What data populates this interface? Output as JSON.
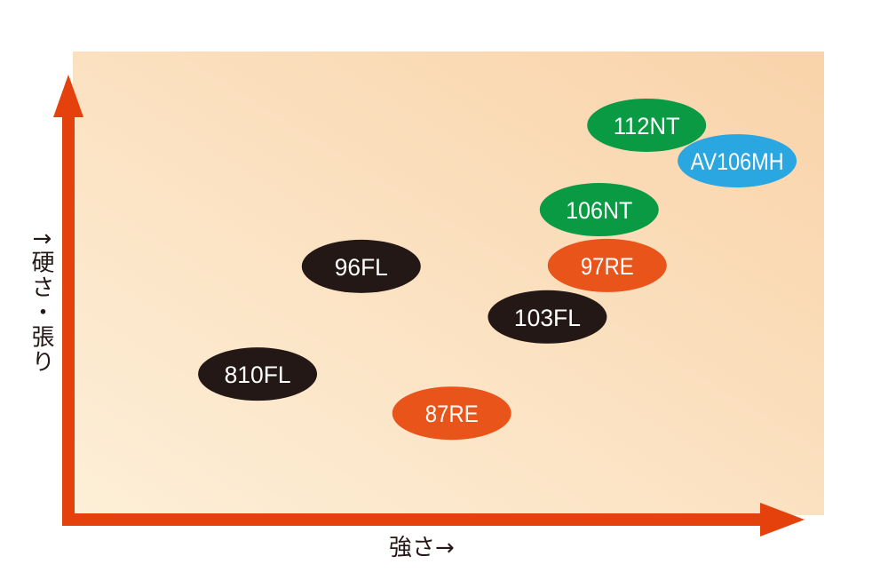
{
  "chart_data": {
    "type": "scatter",
    "title": "",
    "xlabel": "強さ→",
    "ylabel": "↑硬さ・張り",
    "xlim": [
      0,
      100
    ],
    "ylim": [
      0,
      100
    ],
    "grid": false,
    "points": [
      {
        "label": "112NT",
        "x": 79.1,
        "y": 89.7,
        "color": "#0a9a44"
      },
      {
        "label": "AV106MH",
        "x": 91.5,
        "y": 81.6,
        "color": "#2aa6e0"
      },
      {
        "label": "106NT",
        "x": 72.6,
        "y": 70.5,
        "color": "#0a9a44"
      },
      {
        "label": "97RE",
        "x": 73.7,
        "y": 57.8,
        "color": "#e8541a"
      },
      {
        "label": "96FL",
        "x": 40.0,
        "y": 57.6,
        "color": "#231815"
      },
      {
        "label": "103FL",
        "x": 65.5,
        "y": 46.1,
        "color": "#231815"
      },
      {
        "label": "810FL",
        "x": 25.8,
        "y": 33.1,
        "color": "#231815"
      },
      {
        "label": "87RE",
        "x": 52.4,
        "y": 24.2,
        "color": "#e8541a"
      }
    ]
  },
  "colors": {
    "axis": "#e5410c",
    "bg_left": "#fdebd0",
    "bg_right": "#f9d3a9"
  }
}
